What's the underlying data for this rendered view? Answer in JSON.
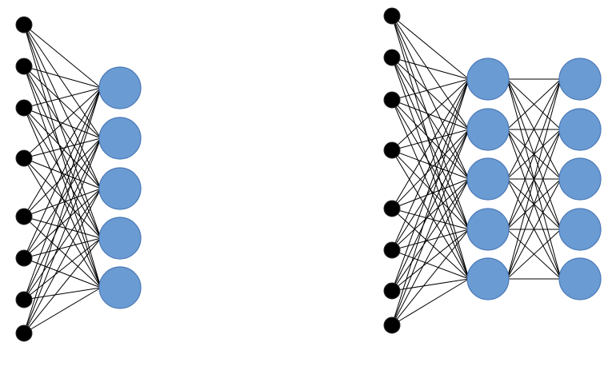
{
  "diagrams": [
    {
      "id": "single-layer-network",
      "inputs": 8,
      "layers": [
        5
      ],
      "connectivity": "fully-connected"
    },
    {
      "id": "two-layer-network",
      "inputs": 8,
      "layers": [
        5,
        5
      ],
      "connectivity": "fully-connected"
    }
  ],
  "colors": {
    "input_node": "#000000",
    "neuron_fill": "#6a9bd3",
    "neuron_stroke": "#4b79b6",
    "edge": "#000000",
    "background": "#ffffff"
  }
}
